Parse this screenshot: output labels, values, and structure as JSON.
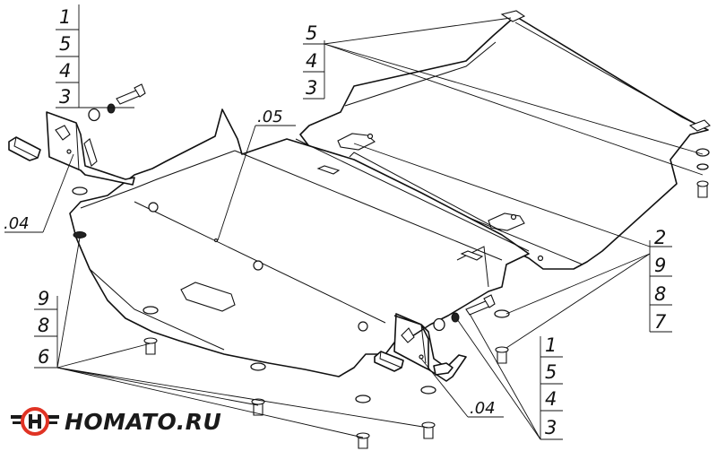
{
  "callouts": {
    "top_left_stack": [
      "1",
      "5",
      "4",
      "3"
    ],
    "top_right_stack": [
      "5",
      "4",
      "3"
    ],
    "right_stack": [
      "2",
      "9",
      "8",
      "7"
    ],
    "left_bottom_stack": [
      "9",
      "8",
      "6"
    ],
    "bottom_right_stack": [
      "1",
      "5",
      "4",
      "3"
    ]
  },
  "labels": {
    "part_04_left": ".04",
    "part_05": ".05",
    "part_04_bottom": ".04"
  },
  "logo": {
    "text": "HOMATO.RU",
    "icon": "homato-logo-icon",
    "colors": {
      "red": "#e03324",
      "dark": "#1a1a1a"
    }
  }
}
